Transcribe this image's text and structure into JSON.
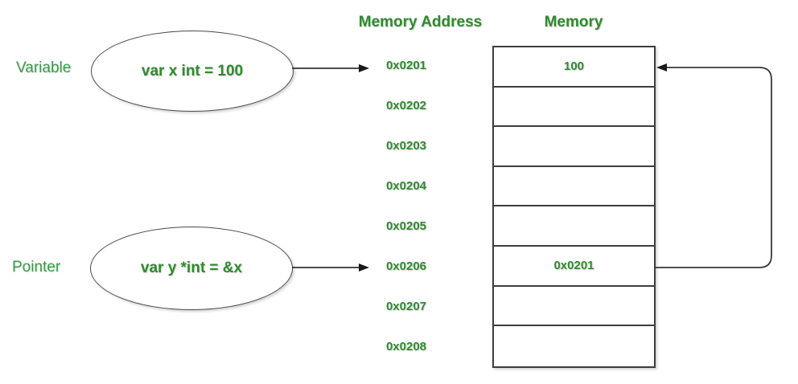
{
  "colors": {
    "text_green": "#2e8b2e",
    "label_green": "#3a9a4a",
    "line": "#333333",
    "border": "#3d3d3d",
    "background": "#ffffff"
  },
  "left_panel": {
    "variable_label": "Variable",
    "pointer_label": "Pointer",
    "variable_declaration": "var x int = 100",
    "pointer_declaration": "var y *int = &x"
  },
  "headers": {
    "memory_address": "Memory Address",
    "memory": "Memory"
  },
  "memory_addresses": [
    "0x0201",
    "0x0202",
    "0x0203",
    "0x0204",
    "0x0205",
    "0x0206",
    "0x0207",
    "0x0208"
  ],
  "memory_cells": [
    "100",
    "",
    "",
    "",
    "",
    "0x0201",
    "",
    ""
  ]
}
